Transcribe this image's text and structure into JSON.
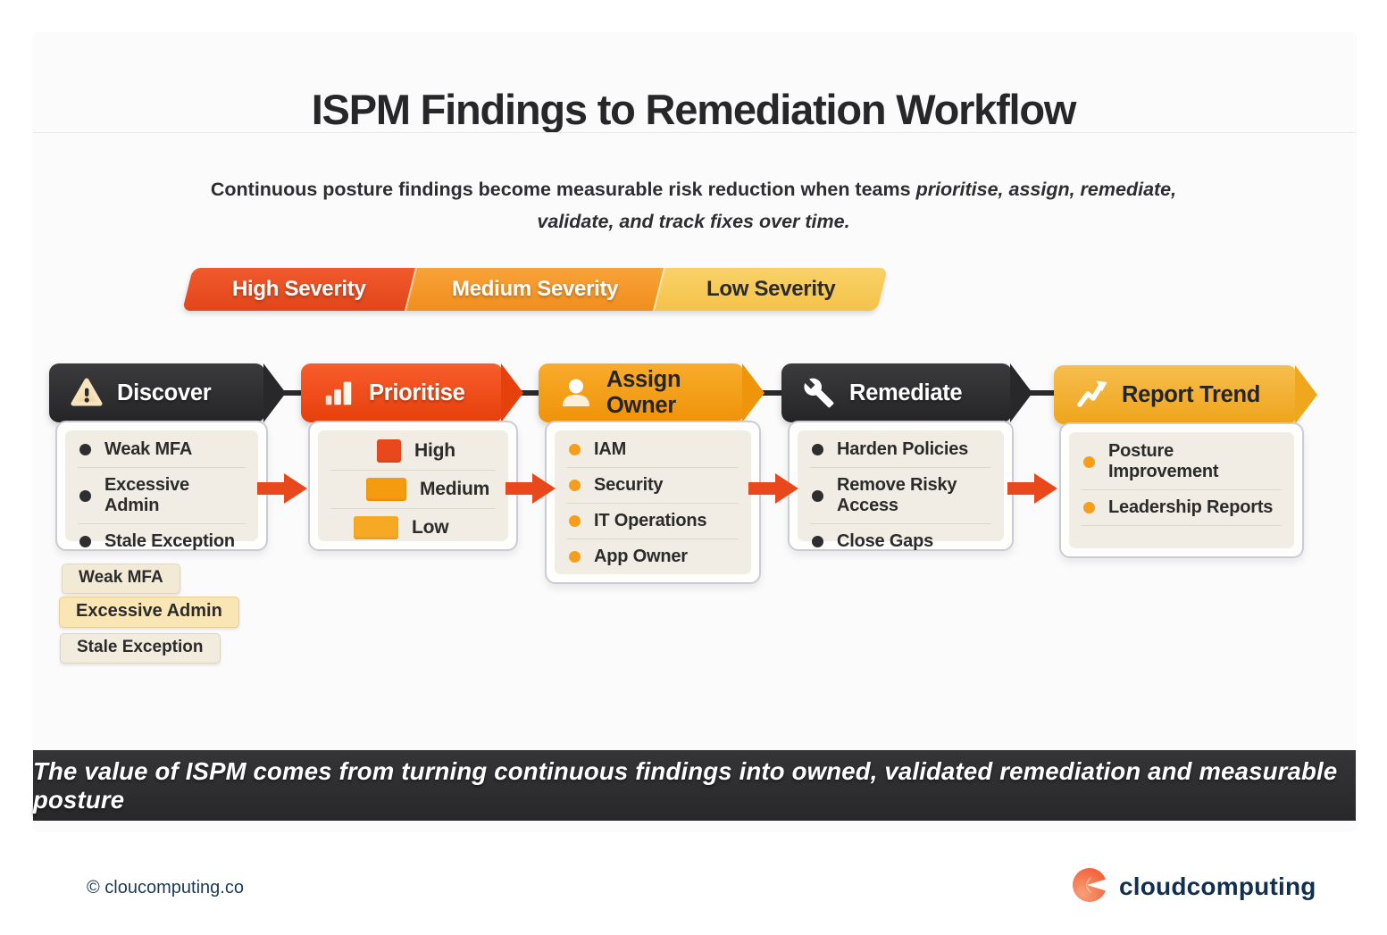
{
  "header": {
    "title": "ISPM Findings to Remediation Workflow",
    "subtitle_normal": "Continuous posture findings become measurable risk reduction when teams ",
    "subtitle_italic": "prioritise, assign, remediate, validate, and track fixes over time."
  },
  "severity_bands": [
    {
      "label": "High Severity",
      "color_start": "#F05A2C",
      "color_end": "#E2451A",
      "text_color": "#FFFFFF"
    },
    {
      "label": "Medium Severity",
      "color_start": "#F9A238",
      "color_end": "#F08E1D",
      "text_color": "#FFFFFF"
    },
    {
      "label": "Low Severity",
      "color_start": "#F9D168",
      "color_end": "#F4C348",
      "text_color": "#2B2B2B"
    }
  ],
  "stages": [
    {
      "label": "Discover",
      "icon": "warning-icon",
      "items": [
        {
          "text": "Weak MFA"
        },
        {
          "text": "Excessive Admin"
        },
        {
          "text": "Stale Exception"
        }
      ]
    },
    {
      "label": "Prioritise",
      "icon": "bar-chart-icon",
      "items": [
        {
          "text": "High",
          "marker_color": "#E8481C"
        },
        {
          "text": "Medium",
          "marker_color": "#F49B10"
        },
        {
          "text": "Low",
          "marker_color": "#F6A922"
        }
      ]
    },
    {
      "label": "Assign Owner",
      "icon": "person-icon",
      "items": [
        {
          "text": "IAM"
        },
        {
          "text": "Security"
        },
        {
          "text": "IT Operations"
        },
        {
          "text": "App Owner"
        }
      ]
    },
    {
      "label": "Remediate",
      "icon": "wrench-icon",
      "items": [
        {
          "text": "Harden Policies"
        },
        {
          "text": "Remove Risky Access"
        },
        {
          "text": "Close Gaps"
        }
      ]
    },
    {
      "label": "Report Trend",
      "icon": "trend-up-icon",
      "items": [
        {
          "text": "Posture Improvement"
        },
        {
          "text": "Leadership Reports"
        }
      ]
    }
  ],
  "finding_tags": [
    {
      "label": "Weak MFA"
    },
    {
      "label": "Excessive Admin"
    },
    {
      "label": "Stale Exception"
    }
  ],
  "banner": {
    "text": "The value of ISPM comes from turning continuous findings into owned, validated remediation and measurable posture"
  },
  "footer": {
    "copyright": "© cloucomputing.co",
    "brand_name": "cloudcomputing",
    "brand_icon": "cloudcomputing-c-logo"
  },
  "colors": {
    "flow_arrow": "#E8481C",
    "dark_header": "#2E2E30",
    "red_header": "#EC4A12",
    "amber_header": "#F4A01A",
    "gold_header": "#F2B037",
    "card_inner": "#F1EDE5",
    "bullet_orange": "#F59E1B"
  }
}
